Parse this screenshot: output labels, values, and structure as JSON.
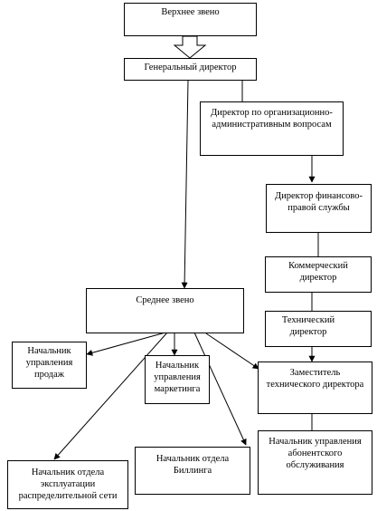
{
  "nodes": {
    "top_level": "Верхнее звено",
    "general_director": "Генеральный директор",
    "admin_director": "Директор по организационно-административным вопросам",
    "finance_director": "Директор финансово-правой службы",
    "commercial_director": "Коммерческий директор",
    "technical_director": "Технический директор",
    "middle_level": "Среднее звено",
    "sales_head": "Начальник управления продаж",
    "marketing_head": "Начальник управления маркетинга",
    "billing_head": "Начальник отдела Биллинга",
    "network_head": "Начальник отдела эксплуатации распределительной сети",
    "deputy_technical": "Заместитель технического директора",
    "subscriber_head": "Начальник управления абонентского обслуживания"
  }
}
